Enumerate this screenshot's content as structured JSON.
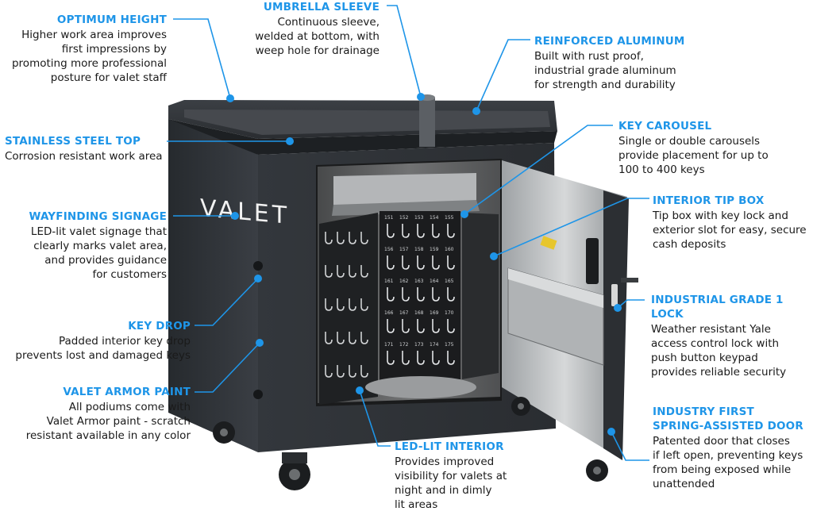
{
  "product": {
    "signage_text": "VALET",
    "key_tag_numbers": [
      "151",
      "152",
      "153",
      "154",
      "155",
      "156",
      "157",
      "158",
      "159",
      "160",
      "161",
      "162",
      "163",
      "164",
      "165",
      "166",
      "167",
      "168",
      "169",
      "170",
      "171",
      "172",
      "173",
      "174",
      "175"
    ]
  },
  "colors": {
    "accent": "#1e95e8",
    "cabinet": "#2f3338",
    "text": "#1a1a1a"
  },
  "callouts": [
    {
      "id": "optimum-height",
      "title": "OPTIMUM HEIGHT",
      "description": "Higher work area improves\nfirst impressions by\npromoting more professional\nposture for valet staff"
    },
    {
      "id": "umbrella-sleeve",
      "title": "UMBRELLA SLEEVE",
      "description": "Continuous sleeve,\nwelded at bottom, with\nweep hole for drainage"
    },
    {
      "id": "reinforced-aluminum",
      "title": "REINFORCED ALUMINUM",
      "description": "Built with rust proof,\nindustrial grade aluminum\nfor strength and durability"
    },
    {
      "id": "stainless-steel-top",
      "title": "STAINLESS STEEL TOP",
      "description": "Corrosion resistant work area"
    },
    {
      "id": "key-carousel",
      "title": "KEY CAROUSEL",
      "description": "Single or double carousels\nprovide placement for up to\n100 to 400 keys"
    },
    {
      "id": "wayfinding-signage",
      "title": "WAYFINDING SIGNAGE",
      "description": "LED-lit valet signage that\nclearly marks valet area,\nand provides guidance\nfor customers"
    },
    {
      "id": "interior-tip-box",
      "title": "INTERIOR TIP BOX",
      "description": "Tip box with key lock and\nexterior slot for easy, secure\ncash deposits"
    },
    {
      "id": "industrial-lock",
      "title": "INDUSTRIAL GRADE 1 LOCK",
      "description": "Weather resistant Yale\naccess control lock with\npush button keypad\nprovides reliable security"
    },
    {
      "id": "key-drop",
      "title": "KEY DROP",
      "description": "Padded interior key drop\nprevents lost and damaged keys"
    },
    {
      "id": "valet-armor-paint",
      "title": "VALET ARMOR PAINT",
      "description": "All podiums come with\nValet Armor paint - scratch\nresistant available in any color"
    },
    {
      "id": "spring-door",
      "title": "INDUSTRY FIRST\nSPRING-ASSISTED DOOR",
      "description": "Patented door that closes\nif left open, preventing keys\nfrom being exposed while\nunattended"
    },
    {
      "id": "led-lit-interior",
      "title": "LED-LIT INTERIOR",
      "description": "Provides improved\nvisibility for valets at\nnight and in dimly\nlit areas"
    }
  ]
}
